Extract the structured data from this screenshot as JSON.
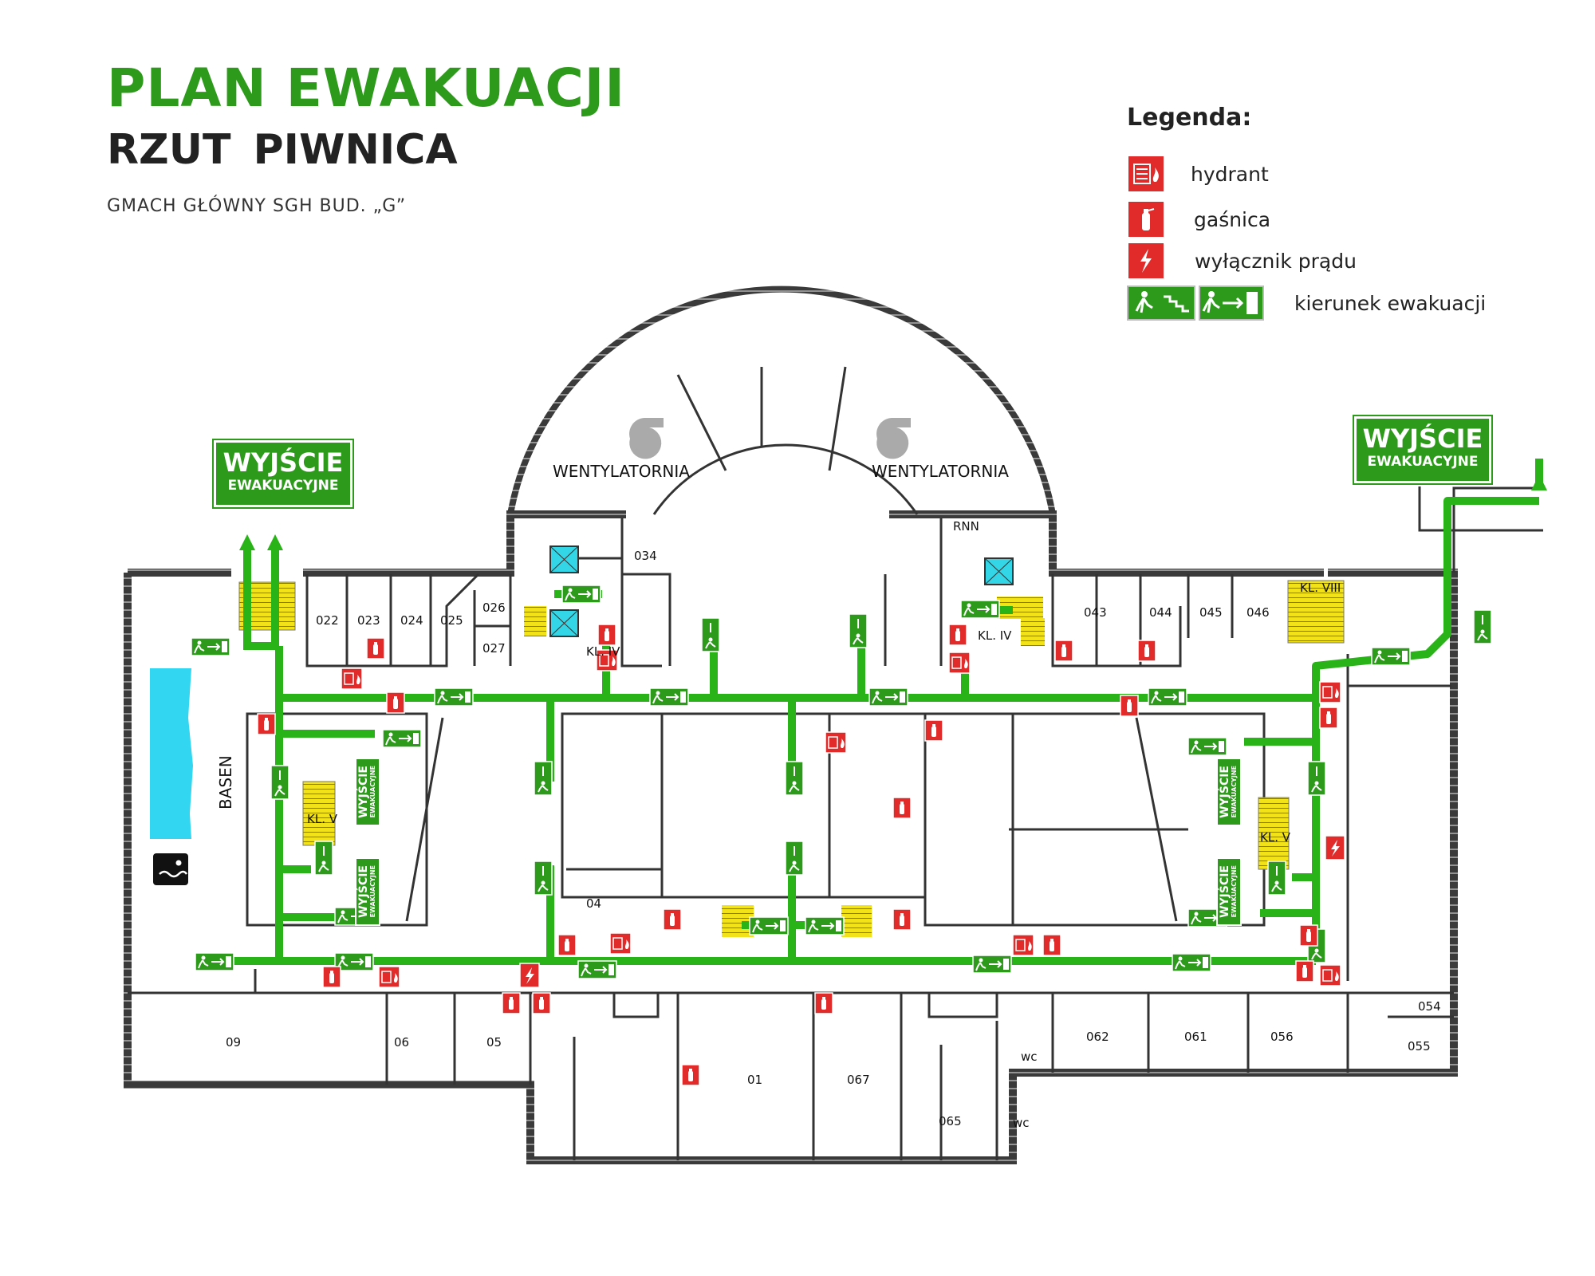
{
  "title": {
    "main": "PLAN EWAKUACJI",
    "sub": "RZUT  PIWNICA",
    "building": "GMACH GŁÓWNY SGH BUD. „G”"
  },
  "legend": {
    "heading": "Legenda:",
    "items": [
      {
        "label": "hydrant",
        "icon": "hydrant-icon",
        "color": "#e12a2a"
      },
      {
        "label": "gaśnica",
        "icon": "extinguisher-icon",
        "color": "#e12a2a"
      },
      {
        "label": "wyłącznik prądu",
        "icon": "power-switch-icon",
        "color": "#e12a2a"
      },
      {
        "label": "kierunek ewakuacji",
        "icon": "evacuation-direction-icon",
        "color": "#2e9a1c"
      }
    ]
  },
  "exits": {
    "left": {
      "line1": "WYJŚCIE",
      "line2": "EWAKUACYJNE"
    },
    "right": {
      "line1": "WYJŚCIE",
      "line2": "EWAKUACYJNE"
    }
  },
  "vertical_signs": {
    "line1": "WYJŚCIE",
    "line2": "EWAKUACYJNE"
  },
  "areas": {
    "ventilation_left": "WENTYLATORNIA",
    "ventilation_right": "WENTYLATORNIA",
    "pool": "BASEN"
  },
  "rooms": {
    "r022": "022",
    "r023": "023",
    "r024": "024",
    "r025": "025",
    "r026": "026",
    "r027": "027",
    "r034": "034",
    "rnn": "RNN",
    "r043": "043",
    "r044": "044",
    "r045": "045",
    "r046": "046",
    "r04": "04",
    "r09": "09",
    "r06": "06",
    "r05": "05",
    "r01": "01",
    "r067": "067",
    "r065": "065",
    "wc1": "wc",
    "wc2": "wc",
    "r062": "062",
    "r061": "061",
    "r056": "056",
    "r054": "054",
    "r055": "055"
  },
  "stairs": {
    "kl_iv_left": "KL. IV",
    "kl_iv_right": "KL. IV",
    "kl_v_left": "KL. V",
    "kl_v_right": "KL. V",
    "kl_viii": "KL. VIII"
  },
  "colors": {
    "route_green": "#2e9a1c",
    "fire_red": "#e12a2a",
    "stair_yellow": "#f2e21a",
    "elevator_cyan": "#33d6e6",
    "pool_blue": "#33d6f0",
    "wall_dark": "#3a3a3a"
  }
}
